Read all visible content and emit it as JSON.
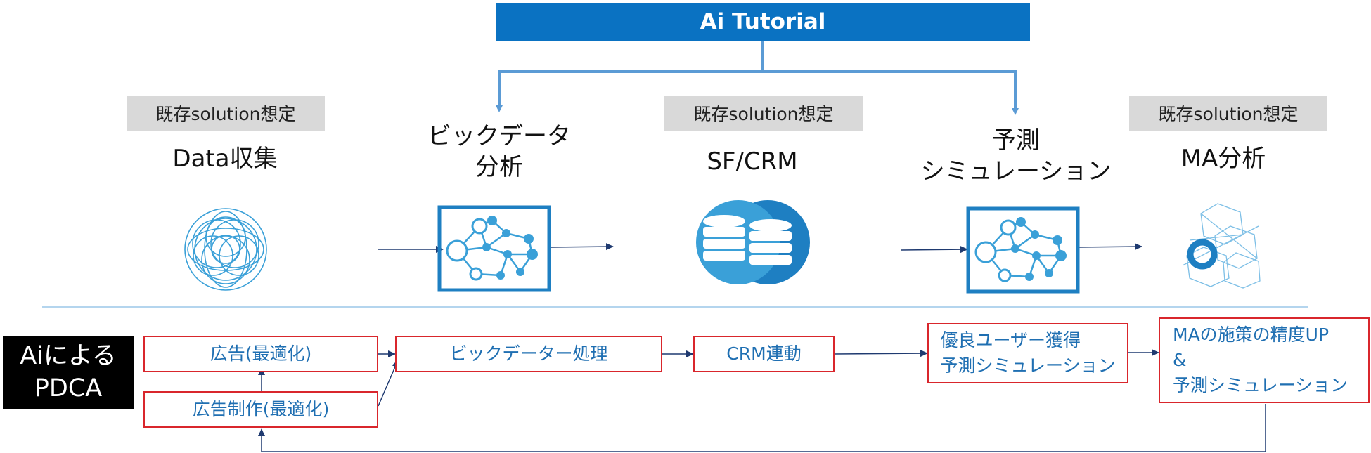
{
  "title": "Ai Tutorial",
  "stages": [
    {
      "tag": "既存solution想定",
      "label_lines": [
        "Data収集"
      ],
      "icon": "circles-icon"
    },
    {
      "tag": "",
      "label_lines": [
        "ビックデータ",
        "分析"
      ],
      "icon": "neural-network-icon"
    },
    {
      "tag": "既存solution想定",
      "label_lines": [
        "SF/CRM"
      ],
      "icon": "database-icon"
    },
    {
      "tag": "",
      "label_lines": [
        "予測",
        "シミュレーション"
      ],
      "icon": "neural-network-icon"
    },
    {
      "tag": "既存solution想定",
      "label_lines": [
        "MA分析"
      ],
      "icon": "polygon-network-icon"
    }
  ],
  "pdca": {
    "label_lines": [
      "Aiによる",
      "PDCA"
    ],
    "boxes": {
      "ad_optimization": "広告(最適化)",
      "ad_production": "広告制作(最適化)",
      "big_data": "ビックデーター処理",
      "crm": "CRM連動",
      "user_acquisition": [
        "優良ユーザー獲得",
        "予測シミュレーション"
      ],
      "ma_precision": [
        "MAの施策の精度UP",
        "&",
        "予測シミュレーション"
      ]
    }
  },
  "colors": {
    "title_bar": "#0a72c2",
    "box_border": "#d9262c",
    "box_text": "#1f6fb2",
    "tag_bg": "#d9d9d9",
    "arrow": "#1f3a70",
    "icon": "#3aa0d8"
  }
}
